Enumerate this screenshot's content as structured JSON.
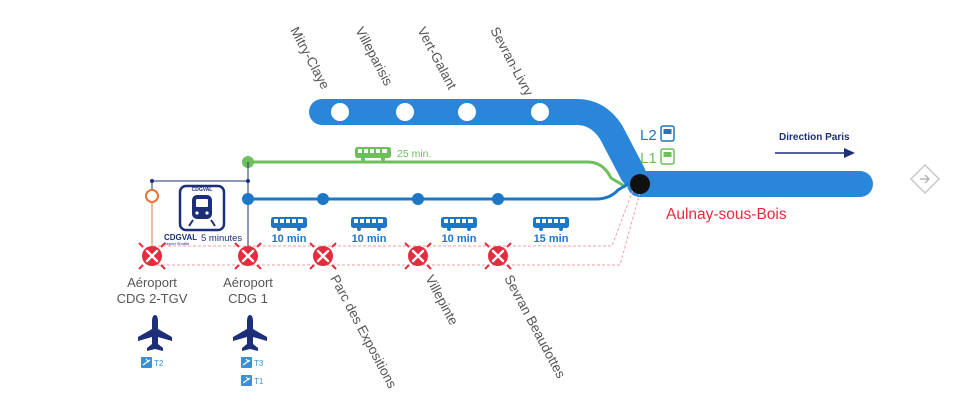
{
  "upper_stations": [
    "Mitry-Claye",
    "Villeparisis",
    "Vert-Galant",
    "Sevran-Livry"
  ],
  "lower_stations": [
    "Aéroport CDG 2-TGV",
    "Aéroport CDG 1",
    "Parc des Expositions",
    "Villepinte",
    "Sevran Beaudottes"
  ],
  "hub": "Aulnay-sous-Bois",
  "direction": "Direction Paris",
  "bus_lines": [
    "L2",
    "L1"
  ],
  "green_bus_time": "25 min.",
  "segment_times": [
    "10 min",
    "10 min",
    "10 min",
    "15 min"
  ],
  "cdgval": {
    "logo_text": "CDGVAL",
    "subtitle": "Airport Shuttle",
    "time": "5 minutes"
  },
  "terminals": {
    "cdg2": [
      "T2"
    ],
    "cdg1": [
      "T3",
      "T1"
    ]
  },
  "colors": {
    "main_blue": "#2a86d9",
    "dark_blue": "#1b77c8",
    "green": "#6cbf5b",
    "red": "#e52b3e",
    "navy": "#1c2f78",
    "orange": "#e8743a",
    "hub_text": "#e52b3e"
  },
  "icons": {
    "next": "chevron-right-icon",
    "airport": "airplane-icon",
    "bus": "bus-icon",
    "closed": "closed-station-icon",
    "cdgval": "cdgval-train-icon"
  }
}
